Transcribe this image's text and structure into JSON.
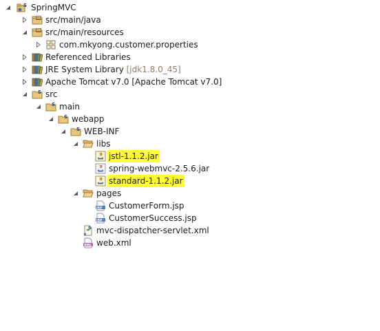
{
  "tree": {
    "root": {
      "label": "SpringMVC",
      "icon": "java-project-icon"
    },
    "src_main_java": {
      "label": "src/main/java",
      "icon": "source-folder-icon"
    },
    "src_main_resources": {
      "label": "src/main/resources",
      "icon": "source-folder-icon"
    },
    "properties_package": {
      "label": "com.mkyong.customer.properties",
      "icon": "package-icon"
    },
    "referenced_libraries": {
      "label": "Referenced Libraries",
      "icon": "library-icon"
    },
    "jre_library": {
      "label": "JRE System Library",
      "decoration": "[jdk1.8.0_45]",
      "icon": "library-icon"
    },
    "tomcat_library": {
      "label": "Apache Tomcat v7.0 [Apache Tomcat v7.0]",
      "icon": "library-icon"
    },
    "src": {
      "label": "src",
      "icon": "folder-icon"
    },
    "main": {
      "label": "main",
      "icon": "folder-icon"
    },
    "webapp": {
      "label": "webapp",
      "icon": "folder-icon"
    },
    "web_inf": {
      "label": "WEB-INF",
      "icon": "folder-icon"
    },
    "libs": {
      "label": "libs",
      "icon": "open-folder-icon"
    },
    "jstl_jar": {
      "label": "jstl-1.1.2.jar",
      "icon": "jar-icon",
      "highlighted": true
    },
    "spring_webmvc_jar": {
      "label": "spring-webmvc-2.5.6.jar",
      "icon": "jar-icon",
      "highlighted": false
    },
    "standard_jar": {
      "label": "standard-1.1.2.jar",
      "icon": "jar-icon",
      "highlighted": true
    },
    "pages": {
      "label": "pages",
      "icon": "open-folder-icon"
    },
    "customer_form_jsp": {
      "label": "CustomerForm.jsp",
      "icon": "jsp-file-icon"
    },
    "customer_success_jsp": {
      "label": "CustomerSuccess.jsp",
      "icon": "jsp-file-icon"
    },
    "dispatcher_xml": {
      "label": "mvc-dispatcher-servlet.xml",
      "icon": "spring-xml-icon"
    },
    "web_xml": {
      "label": "web.xml",
      "icon": "xml-file-icon"
    }
  },
  "colors": {
    "highlight": "#ffff33",
    "decoration_text": "#8b7e6a",
    "text": "#1a1a1a"
  }
}
